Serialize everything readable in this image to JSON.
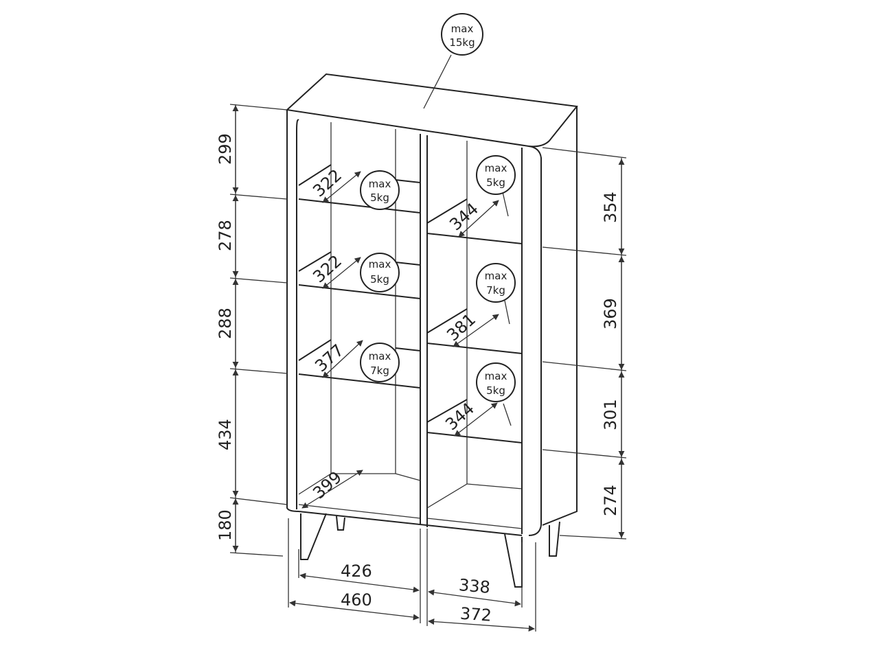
{
  "top_load": {
    "line1": "max",
    "line2": "15kg"
  },
  "left_heights": [
    "299",
    "278",
    "288",
    "434",
    "180"
  ],
  "right_heights": [
    "354",
    "369",
    "301",
    "274"
  ],
  "left_shelves": [
    {
      "depth": "322",
      "load1": "max",
      "load2": "5kg"
    },
    {
      "depth": "322",
      "load1": "max",
      "load2": "5kg"
    },
    {
      "depth": "377",
      "load1": "max",
      "load2": "7kg"
    },
    {
      "depth": "399"
    }
  ],
  "right_shelves": [
    {
      "depth": "344",
      "load1": "max",
      "load2": "5kg"
    },
    {
      "depth": "381",
      "load1": "max",
      "load2": "7kg"
    },
    {
      "depth": "344",
      "load1": "max",
      "load2": "5kg"
    }
  ],
  "widths": {
    "left_inner": "426",
    "left_outer": "460",
    "right_inner": "338",
    "right_outer": "372"
  }
}
